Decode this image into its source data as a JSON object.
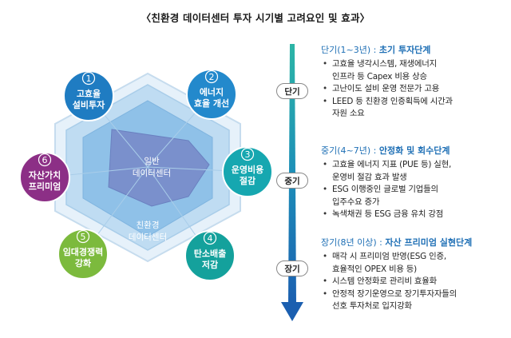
{
  "title": "〈친환경 데이터센터 투자 시기별 고려요인 및 효과〉",
  "diagram": {
    "inner_label": [
      "일반",
      "데이터센터"
    ],
    "outer_label": [
      "친환경",
      "데이터센터"
    ],
    "nodes": [
      {
        "num": "1",
        "lines": [
          "고효율",
          "설비투자"
        ],
        "color": "#1f7cc2"
      },
      {
        "num": "2",
        "lines": [
          "에너지",
          "효율 개선"
        ],
        "color": "#2389cc"
      },
      {
        "num": "3",
        "lines": [
          "운영비용",
          "절감"
        ],
        "color": "#16a7b0"
      },
      {
        "num": "4",
        "lines": [
          "탄소배출",
          "저감"
        ],
        "color": "#14a19c"
      },
      {
        "num": "5",
        "lines": [
          "임대경쟁력",
          "강화"
        ],
        "color": "#7cba3d"
      },
      {
        "num": "6",
        "lines": [
          "자산가치",
          "프리미엄"
        ],
        "color": "#8c2f86"
      }
    ]
  },
  "phases": {
    "short_tag": "단기",
    "mid_tag": "중기",
    "long_tag": "장기"
  },
  "stages": [
    {
      "period": "단기(1~3년)",
      "sep": " : ",
      "name": "초기 투자단계",
      "items": [
        [
          "고효율 냉각시스템, 재생에너지",
          "인프라 등 Capex 비용 상승"
        ],
        [
          "고난이도 설비 운영 전문가 고용"
        ],
        [
          "LEED 등 친환경 인증획득에 시간과",
          "자원 소요"
        ]
      ]
    },
    {
      "period": "중기(4~7년)",
      "sep": " : ",
      "name": "안정화 및 회수단계",
      "items": [
        [
          "고효율 에너지 지표 (PUE 등) 실현,",
          "운영비 절감 효과 발생"
        ],
        [
          "ESG 이행중인 글로벌 기업들의",
          "입주수요 증가"
        ],
        [
          "녹색채권 등 ESG 금융 유치 강점"
        ]
      ]
    },
    {
      "period": "장기(8년 이상)",
      "sep": " : ",
      "name": "자산 프리미엄 실현단계",
      "items": [
        [
          "매각 시 프리미엄 반영(ESG 인증,",
          "효율적인 OPEX 비용 등)"
        ],
        [
          "시스템 안정화로 관리비 효율화"
        ],
        [
          "안정적 장기운영으로 장기투자자들의",
          "선호 투자처로 입지강화"
        ]
      ]
    }
  ]
}
